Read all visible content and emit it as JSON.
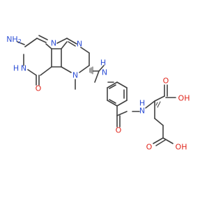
{
  "atoms": {
    "nh2_label": "NH",
    "nh2_sub": "2",
    "n_top1": "N",
    "n_top2": "N",
    "n3h": "N",
    "n3h_h": "H",
    "o_keto": "O",
    "n5": "N",
    "methyl": "CH3",
    "nh_link": "H",
    "nh_link_n": "N",
    "amide_nh": "N",
    "amide_h": "H",
    "amide_o": "O",
    "acid1_o": "O",
    "acid1_oh": "OH",
    "acid2_o": "O",
    "acid2_oh": "OH"
  },
  "colors": {
    "nitrogen": "#2e4fd6",
    "oxygen": "#e0261c",
    "bond": "#404040",
    "carbon": "#404040"
  }
}
